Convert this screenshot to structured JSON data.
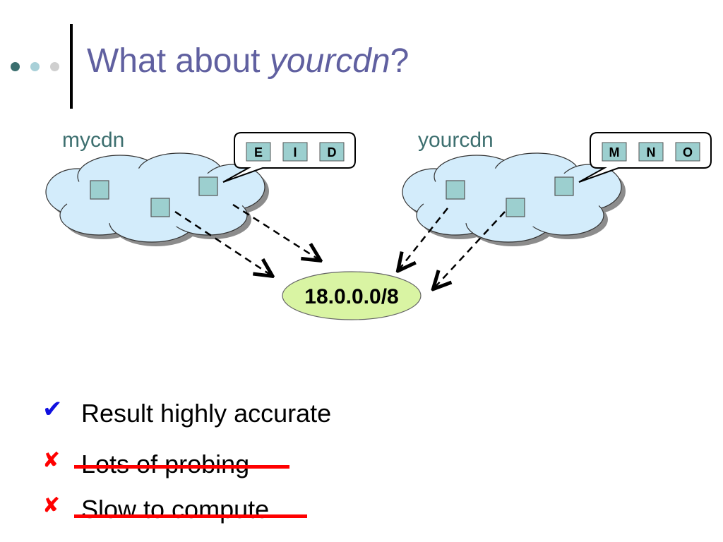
{
  "slide": {
    "title_prefix": "What about ",
    "title_emphasis": "yourcdn",
    "title_suffix": "?"
  },
  "diagram": {
    "clouds": [
      {
        "label": "mycdn",
        "bubble_items": [
          "E",
          "I",
          "D"
        ]
      },
      {
        "label": "yourcdn",
        "bubble_items": [
          "M",
          "N",
          "O"
        ]
      }
    ],
    "target_prefix": "18.0.0.0/8"
  },
  "bullets": [
    {
      "icon": "checkmark-icon",
      "glyph": "✔",
      "text": "Result highly accurate",
      "struck": false,
      "color": "#1010e0"
    },
    {
      "icon": "x-mark-icon",
      "glyph": "✘",
      "text": "Lots of probing",
      "struck": true,
      "color": "#ff0000"
    },
    {
      "icon": "x-mark-icon",
      "glyph": "✘",
      "text": "Slow to compute",
      "struck": true,
      "color": "#ff0000"
    }
  ],
  "colors": {
    "title": "#6060a0",
    "cloud_fill": "#d3ecfb",
    "node_fill": "#9ccfcf",
    "target_fill": "#d9f4a3",
    "strike": "#ff0000"
  }
}
